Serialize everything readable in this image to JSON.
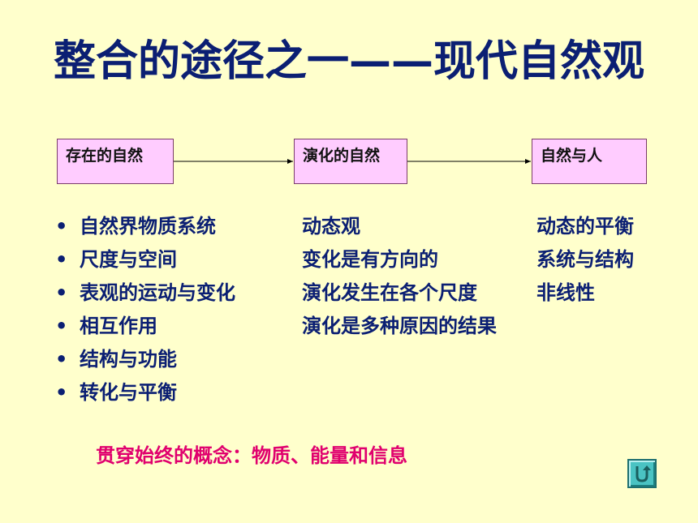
{
  "title": "整合的途径之一——现代自然观",
  "flow": {
    "boxes": [
      "存在的自然",
      "演化的自然",
      "自然与人"
    ]
  },
  "columns": {
    "col1": [
      "自然界物质系统",
      "尺度与空间",
      "表观的运动与变化",
      "相互作用",
      "结构与功能",
      "转化与平衡"
    ],
    "col2": [
      "动态观",
      "变化是有方向的",
      "演化发生在各个尺度",
      "演化是多种原因的结果"
    ],
    "col3": [
      "动态的平衡",
      "系统与结构",
      "非线性"
    ]
  },
  "bullet_symbol": "•",
  "footer": "贯穿始终的概念：物质、能量和信息",
  "colors": {
    "background": "#ffffcc",
    "title": "#0b1f73",
    "box_fill": "#ffccff",
    "footer": "#e0006e",
    "return_button": "#4ac3c3"
  },
  "icons": {
    "return_button": "return-arrow-icon"
  }
}
